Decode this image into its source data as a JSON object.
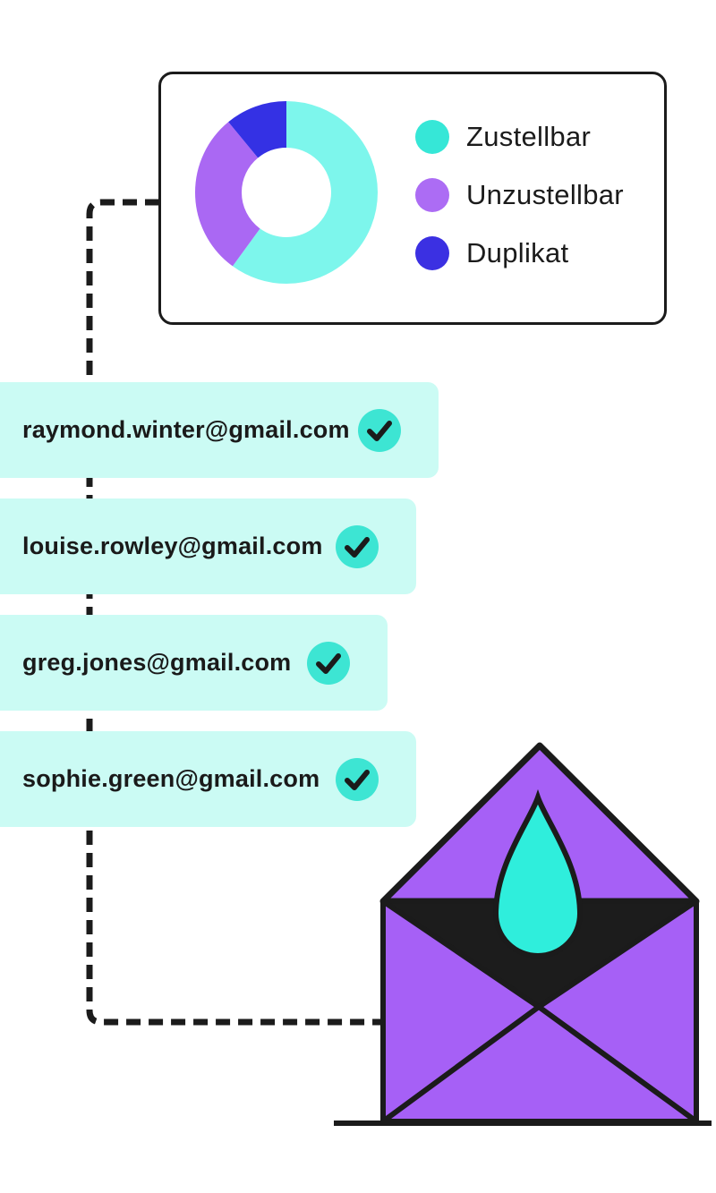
{
  "page": {
    "background_color": "#ffffff",
    "ink_color": "#1b1b1b"
  },
  "chart_data": {
    "type": "donut",
    "title": "",
    "categories": [
      "Zustellbar",
      "Unzustellbar",
      "Duplikat"
    ],
    "values": [
      60,
      29,
      11
    ],
    "values_note": "percent, estimated from arc angles (no numeric labels rendered)",
    "colors": [
      "#7DF6EC",
      "#AA68F3",
      "#3431E4"
    ],
    "inner_radius_ratio": 0.49,
    "legend_position": "right",
    "legend": [
      {
        "label": "Zustellbar",
        "color": "#36E7D7"
      },
      {
        "label": "Unzustellbar",
        "color": "#AC6CF4"
      },
      {
        "label": "Duplikat",
        "color": "#3B30E2"
      }
    ]
  },
  "email_list": {
    "row_background": "#CBFBF4",
    "check_circle_color": "#3DE5D3",
    "check_icon": "checkmark",
    "rows": [
      {
        "address": "raymond.winter@gmail.com",
        "status": "valid"
      },
      {
        "address": "louise.rowley@gmail.com",
        "status": "valid"
      },
      {
        "address": "greg.jones@gmail.com",
        "status": "valid"
      },
      {
        "address": "sophie.green@gmail.com",
        "status": "valid"
      }
    ]
  },
  "connector": {
    "style": "dashed",
    "color": "#1b1b1b"
  },
  "envelope_illustration": {
    "flap_color": "#A660F6",
    "body_interior_color": "#1C1C1C",
    "droplet_color": "#2FEEDC",
    "outline_color": "#1b1b1b",
    "droplet_icon": "water-drop"
  }
}
